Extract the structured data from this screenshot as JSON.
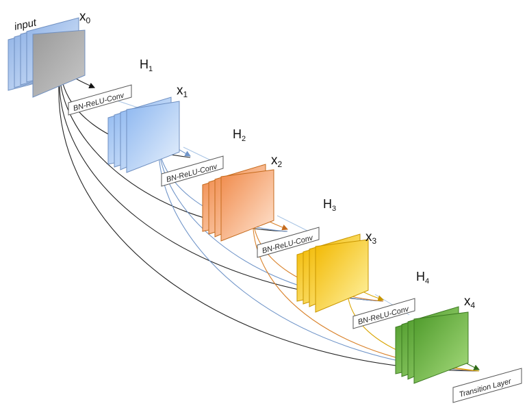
{
  "diagram": {
    "input_label": "input",
    "feature_maps": [
      {
        "id": "x0",
        "base": "x",
        "sub": "0"
      },
      {
        "id": "x1",
        "base": "x",
        "sub": "1"
      },
      {
        "id": "x2",
        "base": "x",
        "sub": "2"
      },
      {
        "id": "x3",
        "base": "x",
        "sub": "3"
      },
      {
        "id": "x4",
        "base": "x",
        "sub": "4"
      }
    ],
    "layers": [
      {
        "id": "H1",
        "base": "H",
        "sub": "1",
        "op": "BN-ReLU-Conv"
      },
      {
        "id": "H2",
        "base": "H",
        "sub": "2",
        "op": "BN-ReLU-Conv"
      },
      {
        "id": "H3",
        "base": "H",
        "sub": "3",
        "op": "BN-ReLU-Conv"
      },
      {
        "id": "H4",
        "base": "H",
        "sub": "4",
        "op": "BN-ReLU-Conv"
      }
    ],
    "transition_label": "Transition Layer",
    "colors": {
      "x0": "#bcbcbc",
      "x1": "#a9c8f0",
      "x2": "#f7a46a",
      "x3": "#f5c400",
      "x4": "#5fae3a",
      "edges_x0": "#222222",
      "edges_x1": "#6f94c8",
      "edges_x2": "#d9822b",
      "edges_x3": "#d9a400",
      "edges_x4": "#3d7a22"
    }
  }
}
